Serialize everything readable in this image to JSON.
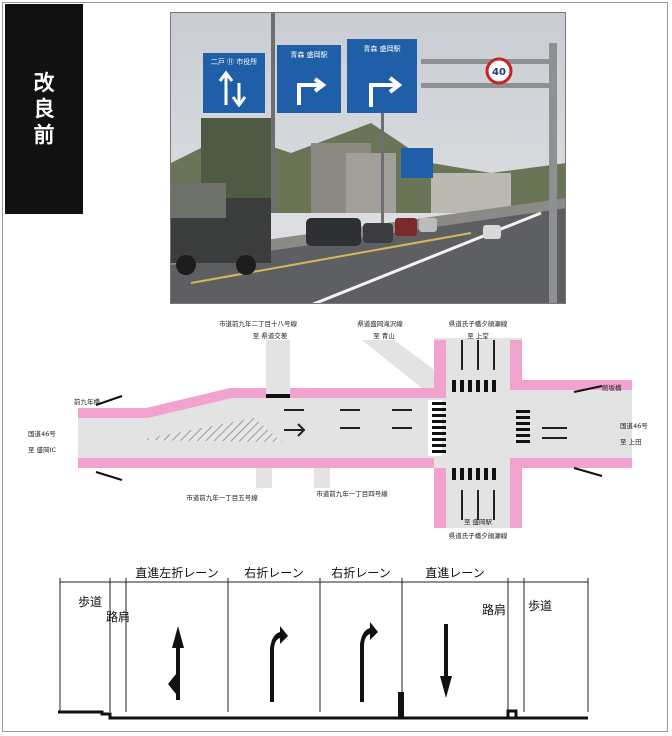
{
  "tag": {
    "chars": [
      "改",
      "良",
      "前"
    ]
  },
  "photo": {
    "signs": [
      "二戸 ⑪ 市役所",
      "青森 盛岡駅",
      "青森 盛岡駅"
    ],
    "speed_limit": "40"
  },
  "plan": {
    "labels": {
      "n1a": "市道前九年二丁目十八号線",
      "n1b": "至 県道交差",
      "n2a": "県道盛岡滝沢線",
      "n2b": "至 青山",
      "n3a": "県道氏子橋夕顔瀬線",
      "n3b": "至 上堂",
      "w1": "前九年橋",
      "w2": "国道46号",
      "w3": "至 盛岡IC",
      "e1": "館坂橋",
      "e2": "国道46号",
      "e3": "至 上田",
      "s1": "市道前九年一丁目五号線",
      "s2": "市道前九年一丁目四号線",
      "s3": "至 盛岡駅",
      "s4": "県道氏子橋夕顔瀬線"
    }
  },
  "section": {
    "headers": [
      "直進左折レーン",
      "右折レーン",
      "右折レーン",
      "直進レーン"
    ],
    "left_walk": "歩道",
    "left_shoulder": "路肩",
    "right_shoulder": "路肩",
    "right_walk": "歩道"
  }
}
